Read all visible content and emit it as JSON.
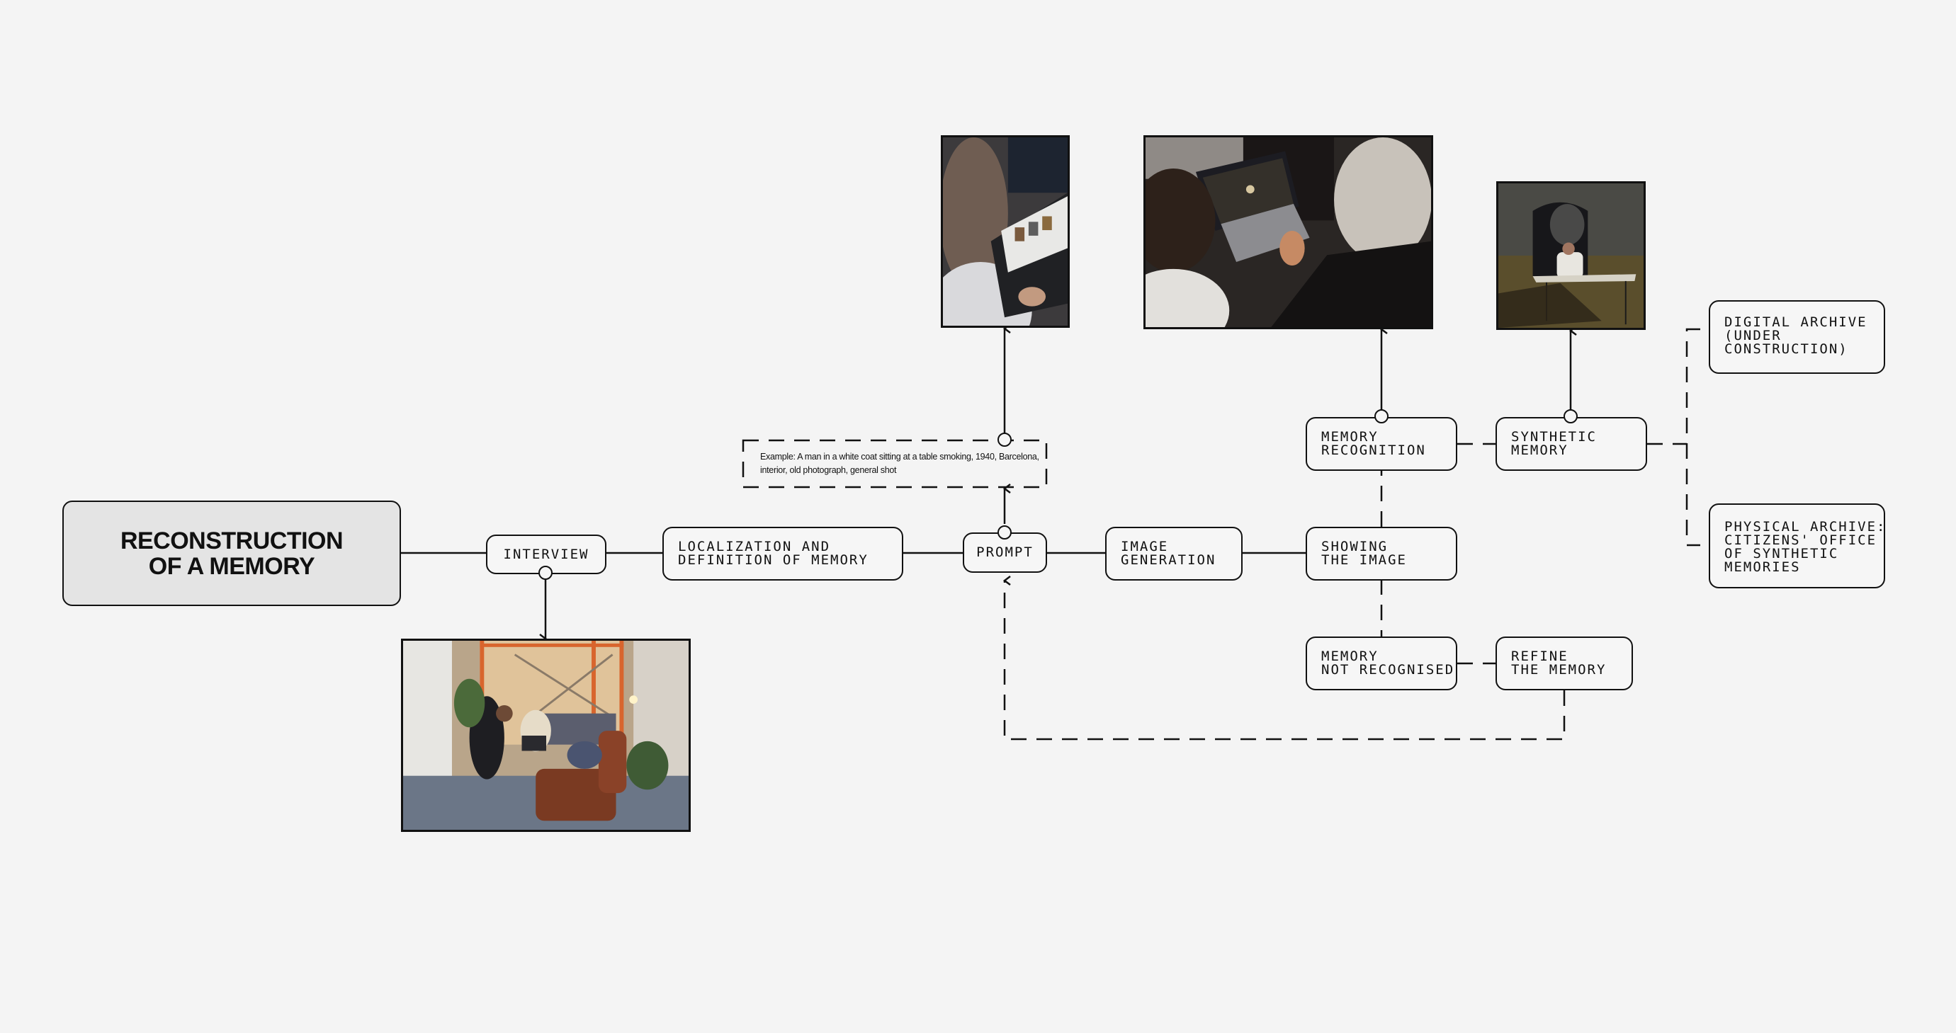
{
  "title": "RECONSTRUCTION\nOF A MEMORY",
  "nodes": {
    "interview": "INTERVIEW",
    "localization": "LOCALIZATION AND\nDEFINITION OF MEMORY",
    "prompt": "PROMPT",
    "image_generation": "IMAGE\nGENERATION",
    "showing_image": "SHOWING\nTHE IMAGE",
    "memory_recognition": "MEMORY\nRECOGNITION",
    "synthetic_memory": "SYNTHETIC\nMEMORY",
    "memory_not_recognised": "MEMORY\nNOT RECOGNISED",
    "refine_memory": "REFINE\nTHE MEMORY",
    "digital_archive": "DIGITAL ARCHIVE\n(UNDER\nCONSTRUCTION)",
    "physical_archive": "PHYSICAL ARCHIVE:\nCITIZENS' OFFICE\nOF SYNTHETIC\nMEMORIES"
  },
  "prompt_example": "Example: A man in a white coat sitting at a table smoking, 1940, Barcelona, interior, old photograph, general shot",
  "photos": {
    "interview": "Interview photo: three people talking in a living room with orange scaffolding",
    "prompt": "Photo: person typing a prompt on a laptop showing image results",
    "recognition": "Photo: two people reviewing a generated image on a laptop",
    "synthetic": "Generated image: man in a white coat sitting at a table smoking"
  },
  "colors": {
    "background": "#f4f4f4",
    "title_fill": "#e4e4e4",
    "stroke": "#111111"
  }
}
